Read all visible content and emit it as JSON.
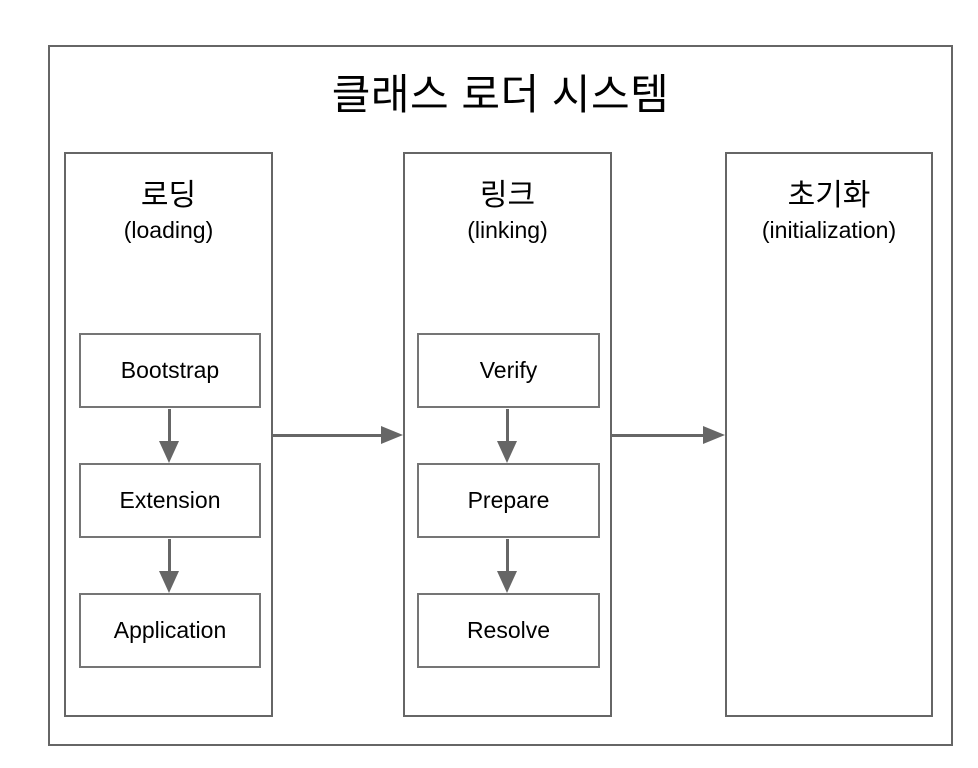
{
  "diagram": {
    "title": "클래스 로더 시스템",
    "stages": [
      {
        "name_ko": "로딩",
        "name_en": "(loading)",
        "steps": [
          "Bootstrap",
          "Extension",
          "Application"
        ]
      },
      {
        "name_ko": "링크",
        "name_en": "(linking)",
        "steps": [
          "Verify",
          "Prepare",
          "Resolve"
        ]
      },
      {
        "name_ko": "초기화",
        "name_en": "(initialization)",
        "steps": []
      }
    ],
    "colors": {
      "border": "#666666",
      "inner_border": "#757575",
      "arrow": "#666666",
      "text": "#000000",
      "background": "#ffffff"
    }
  }
}
